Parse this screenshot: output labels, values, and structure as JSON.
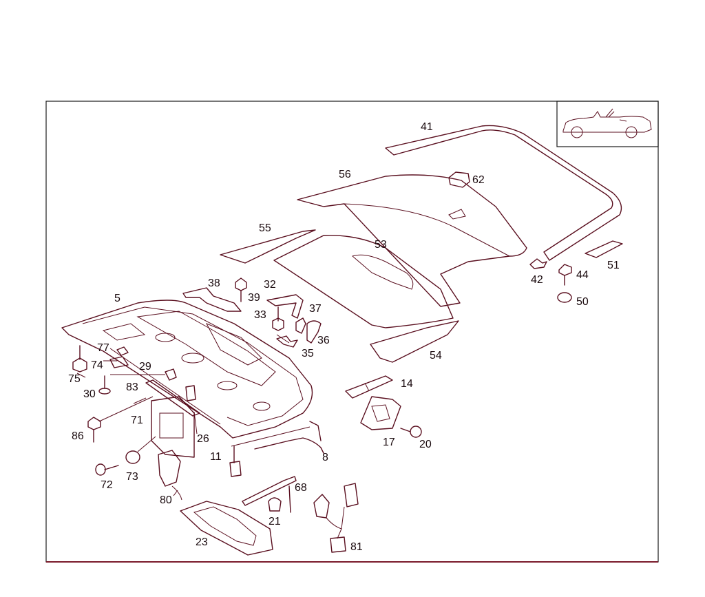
{
  "callouts": {
    "p41": "41",
    "p62": "62",
    "p56": "56",
    "p55": "55",
    "p53": "53",
    "p51": "51",
    "p42": "42",
    "p44": "44",
    "p50": "50",
    "p5": "5",
    "p38": "38",
    "p39": "39",
    "p32": "32",
    "p33": "33",
    "p37": "37",
    "p36": "36",
    "p35": "35",
    "p54": "54",
    "p77": "77",
    "p74": "74",
    "p75": "75",
    "p29": "29",
    "p30": "30",
    "p83": "83",
    "p14": "14",
    "p71": "71",
    "p86": "86",
    "p26": "26",
    "p17": "17",
    "p20": "20",
    "p11": "11",
    "p8": "8",
    "p73": "73",
    "p72": "72",
    "p68": "68",
    "p80": "80",
    "p21": "21",
    "p81": "81",
    "p23": "23"
  },
  "colors": {
    "line": "#5a0f1f",
    "frame": "#1a1a1a",
    "text": "#1a0a0e"
  },
  "icons": {
    "inset": "convertible-car-icon"
  }
}
